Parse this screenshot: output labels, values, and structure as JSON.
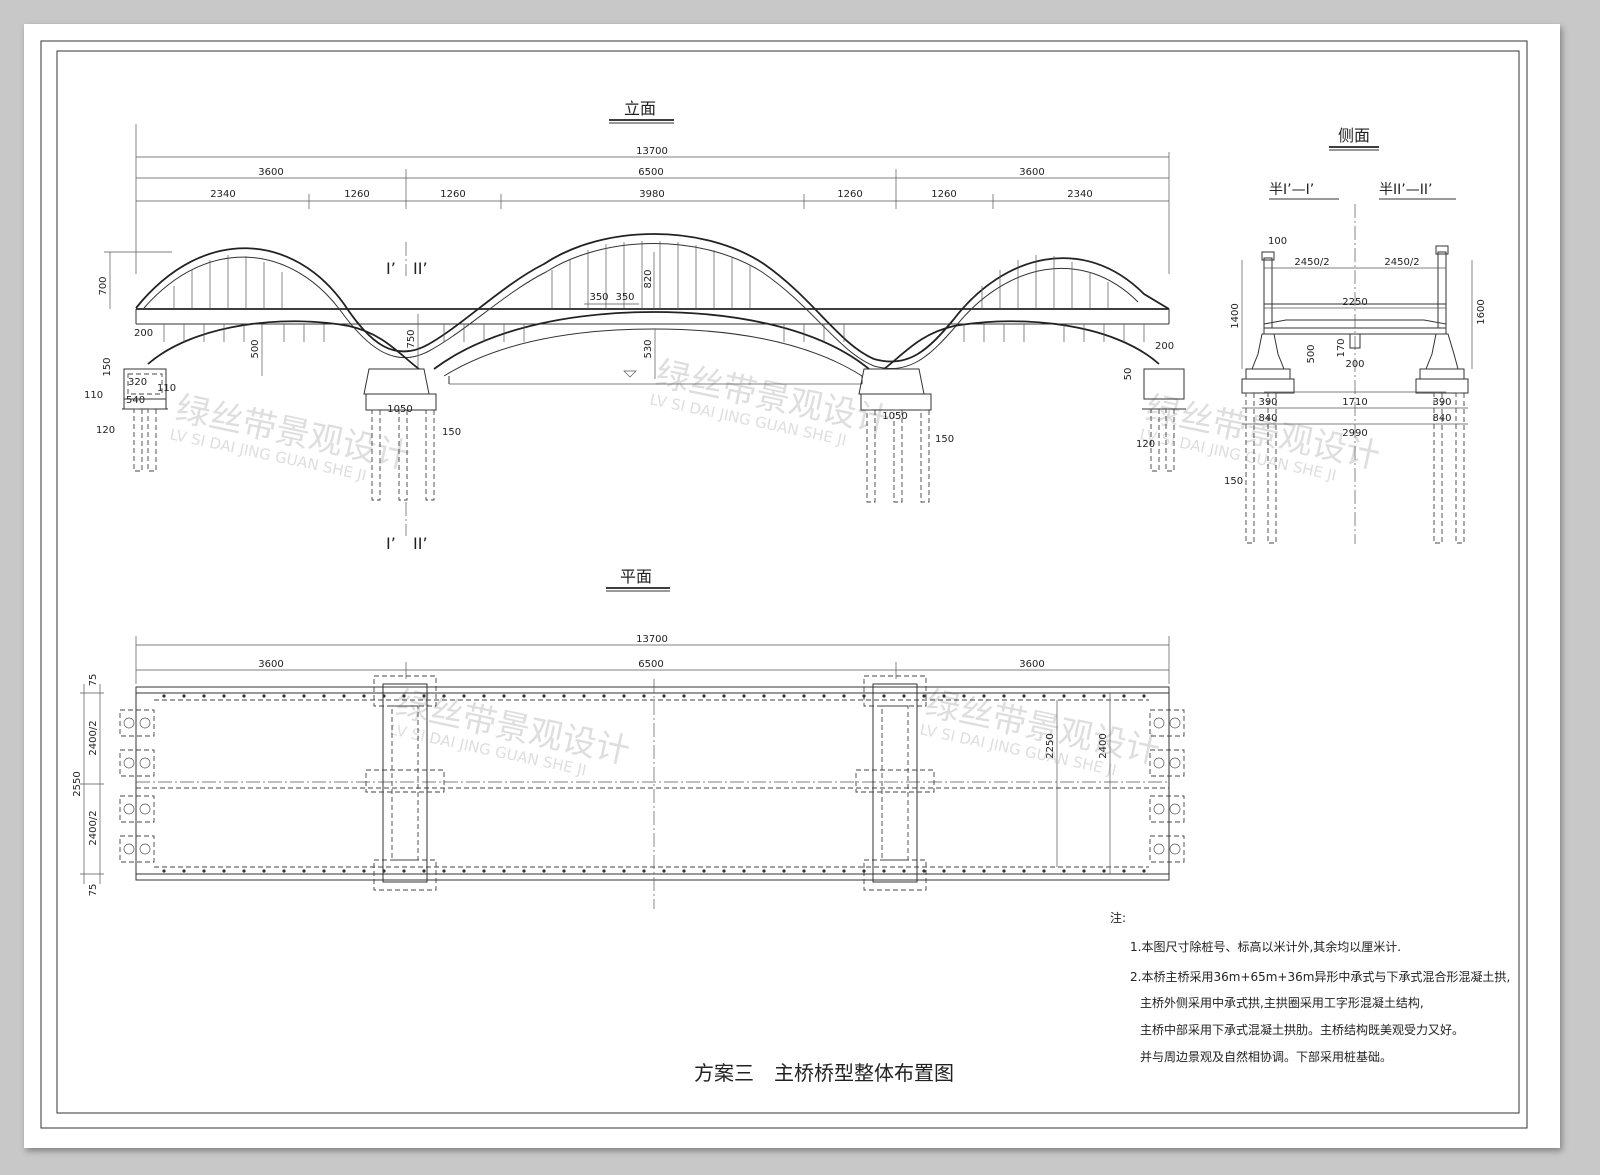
{
  "views": {
    "elevation_title": "立面",
    "side_title": "侧面",
    "plan_title": "平面",
    "half_section_1": "半I’—I’",
    "half_section_2": "半II’—II’",
    "section_mark_1": "I’",
    "section_mark_2": "II’"
  },
  "elevation_dims": {
    "overall": "13700",
    "span_left": "3600",
    "span_mid": "6500",
    "span_right": "3600",
    "seg1": "2340",
    "seg2": "1260",
    "seg3": "1260",
    "seg4": "3980",
    "seg5": "1260",
    "seg6": "1260",
    "seg7": "2340",
    "rise_side": "700",
    "rise_mid": "820",
    "hanger_a": "350",
    "hanger_b": "350",
    "deck_200_l": "200",
    "deck_200_r": "200",
    "arch_500": "500",
    "arch_750": "750",
    "arch_530": "530",
    "abut_150": "150",
    "abut_320": "320",
    "abut_540": "540",
    "abut_110_l": "110",
    "abut_110_r": "110",
    "abut_120_l": "120",
    "abut_120_r": "120",
    "abut_50": "50",
    "pier_1050_l": "1050",
    "pier_1050_r": "1050",
    "pile_150_l": "150",
    "pile_150_r": "150"
  },
  "side_dims": {
    "top_100": "100",
    "half_width_l": "2450/2",
    "half_width_r": "2450/2",
    "deck_2250": "2250",
    "height_1400": "1400",
    "height_1600": "1600",
    "h_500": "500",
    "h_170": "170",
    "w_200": "200",
    "cap_390_l": "390",
    "cap_390_r": "390",
    "inner_1710": "1710",
    "foot_840_l": "840",
    "foot_840_r": "840",
    "total_2990": "2990",
    "pile_150": "150"
  },
  "plan_dims": {
    "overall": "13700",
    "span_left": "3600",
    "span_mid": "6500",
    "span_right": "3600",
    "edge_top": "75",
    "edge_bottom": "75",
    "half_top": "2400/2",
    "half_bottom": "2400/2",
    "total_width": "2550",
    "inner_2250": "2250",
    "inner_2400": "2400"
  },
  "notes": {
    "heading": "注:",
    "line1": "1.本图尺寸除桩号、标高以米计外,其余均以厘米计.",
    "line2": "2.本桥主桥采用36m+65m+36m异形中承式与下承式混合形混凝土拱,",
    "line3": "主桥外侧采用中承式拱,主拱圈采用工字形混凝土结构,",
    "line4": "主桥中部采用下承式混凝土拱肋。主桥结构既美观受力又好。",
    "line5": "并与周边景观及自然相协调。下部采用桩基础。"
  },
  "drawing_title": "方案三　主桥桥型整体布置图",
  "watermark": {
    "cn": "绿丝带景观设计",
    "en": "LV SI DAI JING GUAN SHE JI"
  }
}
